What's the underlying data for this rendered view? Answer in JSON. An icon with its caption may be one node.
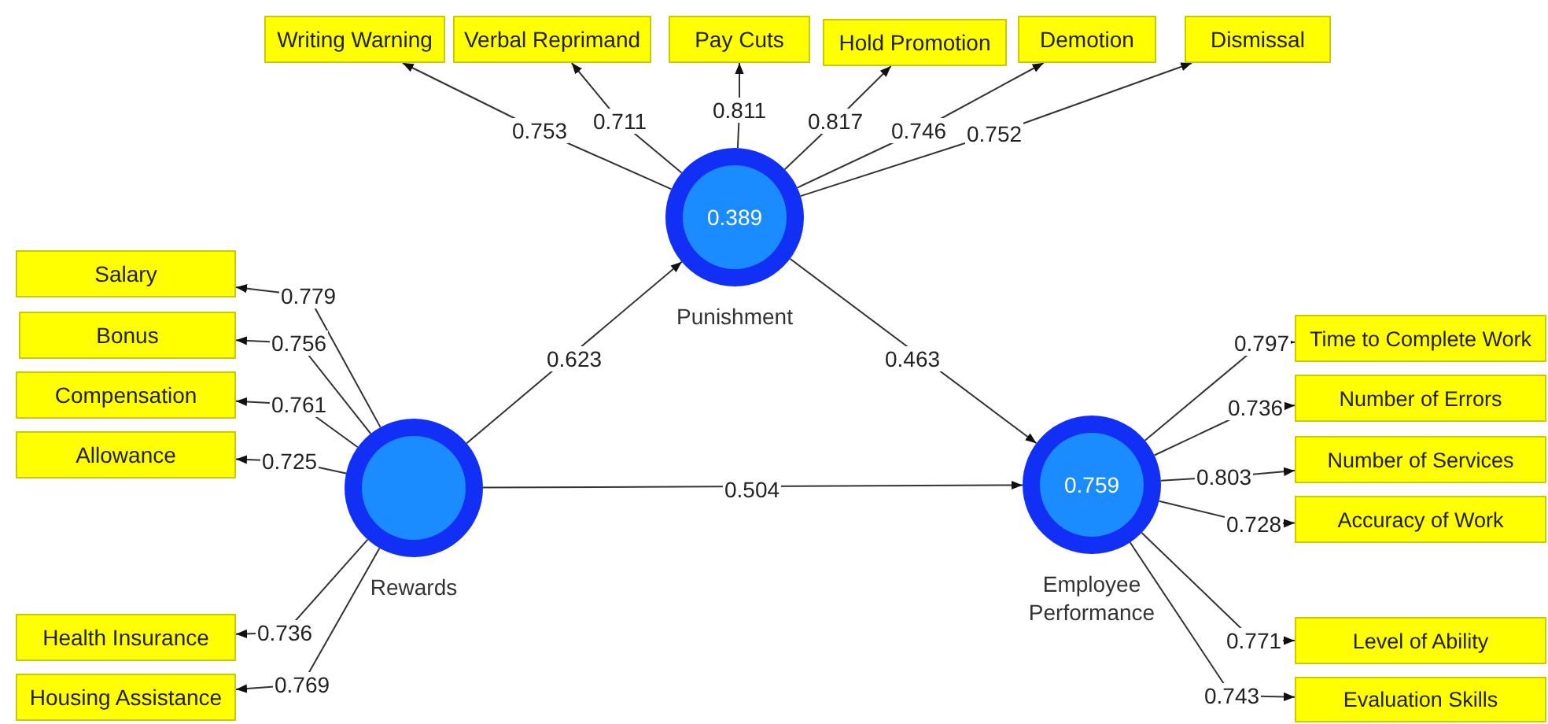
{
  "diagram": {
    "nodes": [
      {
        "text": [
          "Writing Warning"
        ]
      },
      {
        "text": [
          "Verbal Reprimand"
        ]
      },
      {
        "text": [
          "Pay Cuts"
        ]
      },
      {
        "text": [
          "Hold Promotion"
        ]
      },
      {
        "text": [
          "Demotion"
        ]
      },
      {
        "text": [
          "Dismissal"
        ]
      },
      {
        "text": [
          "0.389",
          "Punishment"
        ]
      },
      {
        "text": [
          "Salary"
        ]
      },
      {
        "text": [
          "Bonus"
        ]
      },
      {
        "text": [
          "Compensation"
        ]
      },
      {
        "text": [
          "Allowance"
        ]
      },
      {
        "text": [
          "Rewards"
        ]
      },
      {
        "text": [
          "Time to Complete Work"
        ]
      },
      {
        "text": [
          "Number of Errors"
        ]
      },
      {
        "text": [
          "Number of Services"
        ]
      },
      {
        "text": [
          "Accuracy of Work"
        ]
      },
      {
        "text": [
          "0.759",
          "Employee Performance"
        ]
      },
      {
        "text": [
          "Health Insurance"
        ]
      },
      {
        "text": [
          "Housing Assistance"
        ]
      },
      {
        "text": [
          "Level of Ability"
        ]
      },
      {
        "text": [
          "Evaluation Skills"
        ]
      }
    ],
    "edges": [
      {
        "from": 6,
        "to": 0,
        "arrow": "to",
        "label": "0.753"
      },
      {
        "from": 6,
        "to": 1,
        "arrow": "to",
        "label": "0.711"
      },
      {
        "from": 6,
        "to": 2,
        "arrow": "to",
        "label": "0.811"
      },
      {
        "from": 6,
        "to": 3,
        "arrow": "to",
        "label": "0.817"
      },
      {
        "from": 6,
        "to": 4,
        "arrow": "to",
        "label": "0.746"
      },
      {
        "from": 6,
        "to": 5,
        "arrow": "to",
        "label": "0.752"
      },
      {
        "from": 11,
        "to": 7,
        "arrow": "to",
        "label": "0.779"
      },
      {
        "from": 11,
        "to": 8,
        "arrow": "to",
        "label": "0.756"
      },
      {
        "from": 11,
        "to": 9,
        "arrow": "to",
        "label": "0.761"
      },
      {
        "from": 11,
        "to": 10,
        "arrow": "to",
        "label": "0.725"
      },
      {
        "from": 11,
        "to": 17,
        "arrow": "to",
        "label": "0.736"
      },
      {
        "from": 11,
        "to": 18,
        "arrow": "to",
        "label": "0.769"
      },
      {
        "from": 16,
        "to": 12,
        "arrow": "to",
        "label": "0.797"
      },
      {
        "from": 16,
        "to": 13,
        "arrow": "to",
        "label": "0.736"
      },
      {
        "from": 16,
        "to": 14,
        "arrow": "to",
        "label": "0.803"
      },
      {
        "from": 16,
        "to": 15,
        "arrow": "to",
        "label": "0.728"
      },
      {
        "from": 16,
        "to": 19,
        "arrow": "to",
        "label": "0.771"
      },
      {
        "from": 16,
        "to": 20,
        "arrow": "to",
        "label": "0.743"
      },
      {
        "from": 11,
        "to": 6,
        "arrow": "to",
        "label": "0.623"
      },
      {
        "from": 6,
        "to": 16,
        "arrow": "to",
        "label": "0.463"
      },
      {
        "from": 11,
        "to": 16,
        "arrow": "to",
        "label": "0.504"
      }
    ]
  }
}
